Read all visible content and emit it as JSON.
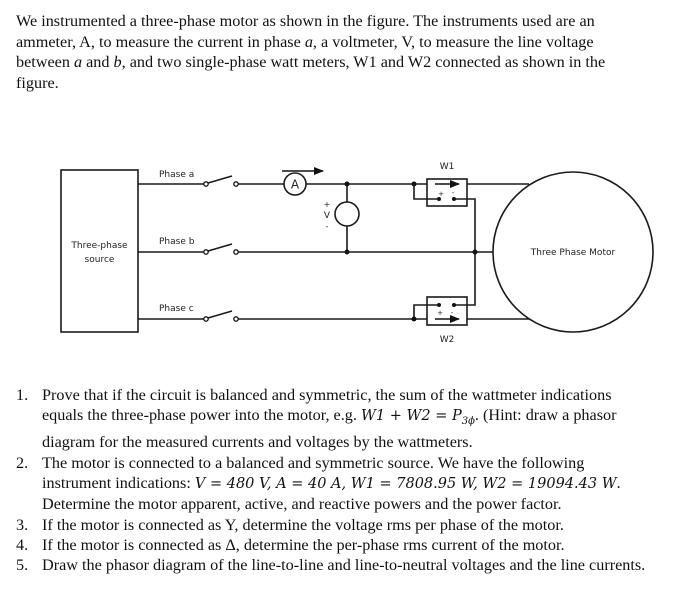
{
  "intro": {
    "line1": "We instrumented a three-phase motor as shown in the figure. The instruments used are an",
    "line2_pre": "ammeter, A, to measure the current in phase ",
    "line2_var": "a",
    "line2_post": ", a voltmeter, V, to measure the line voltage",
    "line3_pre": "between ",
    "line3_var1": "a",
    "line3_mid": " and ",
    "line3_var2": "b",
    "line3_post": ", and two single-phase watt meters, W1 and W2 connected as shown in the",
    "line4": "figure."
  },
  "figure": {
    "source_label_1": "Three-phase",
    "source_label_2": "source",
    "phase_a": "Phase a",
    "phase_b": "Phase b",
    "phase_c": "Phase c",
    "ammeter": "A",
    "voltmeter": "V",
    "volt_plus": "+",
    "volt_minus": "-",
    "w1": "W1",
    "w2": "W2",
    "w_plus": "+",
    "w_minus": "-",
    "motor": "Three Phase Motor"
  },
  "questions": [
    {
      "num": "1.",
      "parts": [
        "Prove that if the circuit is balanced and symmetric, the sum of the wattmeter indications",
        "equals the three-phase power into the motor, e.g. ",
        "W1 + W2 = P",
        "3ϕ",
        ". (Hint: draw a phasor",
        "diagram for the measured currents and voltages by the wattmeters."
      ]
    },
    {
      "num": "2.",
      "parts": [
        "The motor is connected to a balanced and symmetric source. We have the following",
        "instrument indications: ",
        "V = 480 V, A = 40 A,  W1 = 7808.95 W, W2 = 19094.43 W",
        ".",
        "Determine the motor apparent, active, and reactive powers and the power factor."
      ]
    },
    {
      "num": "3.",
      "text": "If the motor is connected as Y, determine the voltage rms per phase of the motor."
    },
    {
      "num": "4.",
      "text": "If the motor is connected as Δ, determine the per-phase rms current of the motor."
    },
    {
      "num": "5.",
      "text": "Draw the phasor diagram of the line-to-line and line-to-neutral voltages and the line currents."
    }
  ]
}
